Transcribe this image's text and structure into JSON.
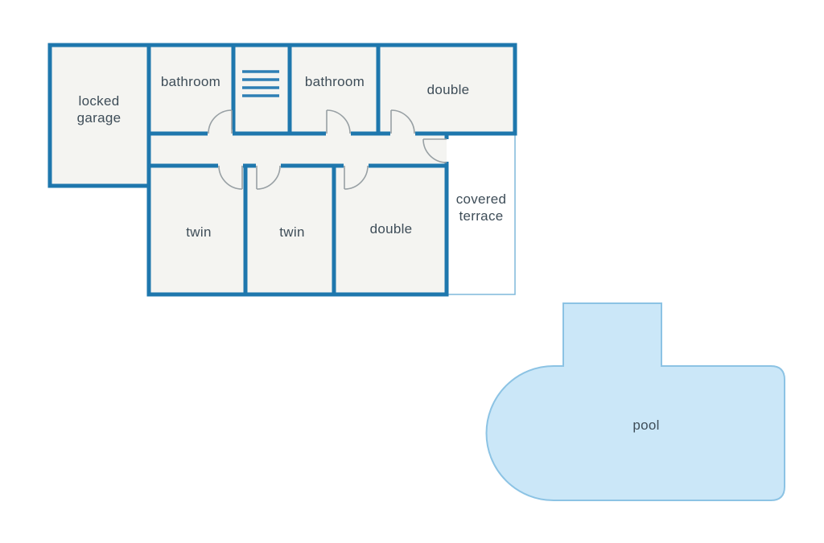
{
  "floorplan": {
    "rooms": {
      "locked_garage": "locked garage",
      "bathroom_1": "bathroom",
      "bathroom_2": "bathroom",
      "double_top": "double",
      "twin_1": "twin",
      "twin_2": "twin",
      "double_bottom": "double",
      "covered_terrace": "covered terrace",
      "pool": "pool"
    },
    "colors": {
      "wall": "#1e77ad",
      "room_fill": "#f4f4f1",
      "door": "#98a0a4",
      "shelf": "#2e7fb5",
      "terrace_outline": "#7fb8da",
      "pool_fill": "#cbe7f8",
      "pool_outline": "#8cc3e4",
      "label_text": "#3e4d58",
      "background": "#ffffff"
    }
  }
}
